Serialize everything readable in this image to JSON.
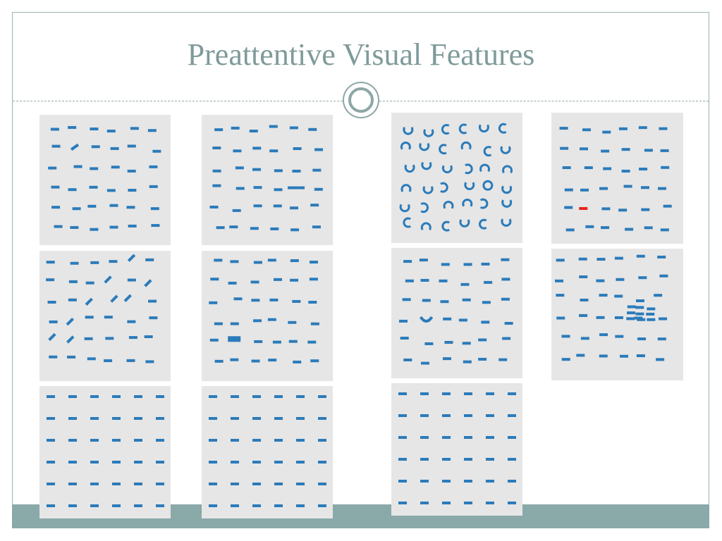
{
  "slide": {
    "title": "Preattentive Visual Features",
    "colors": {
      "background": "#ffffff",
      "title_text": "#7f9a9a",
      "rule": "#93aaaa",
      "footer_band": "#8aa9a9",
      "panel_background": "#e6e6e6",
      "glyph": "#2b7bba",
      "highlight": "#e8231d"
    },
    "icons": [
      "circle-ornament-icon"
    ]
  },
  "panels": [
    {
      "id": "orientation",
      "feature": "orientation"
    },
    {
      "id": "length",
      "feature": "length"
    },
    {
      "id": "closure",
      "feature": "closure"
    },
    {
      "id": "color",
      "feature": "color"
    },
    {
      "id": "orientation-many",
      "feature": "orientation-many"
    },
    {
      "id": "width",
      "feature": "width"
    },
    {
      "id": "curvature",
      "feature": "curvature"
    },
    {
      "id": "density",
      "feature": "density"
    },
    {
      "id": "grid-1",
      "feature": "grid"
    },
    {
      "id": "grid-2",
      "feature": "grid"
    },
    {
      "id": "grid-3",
      "feature": "grid"
    }
  ]
}
